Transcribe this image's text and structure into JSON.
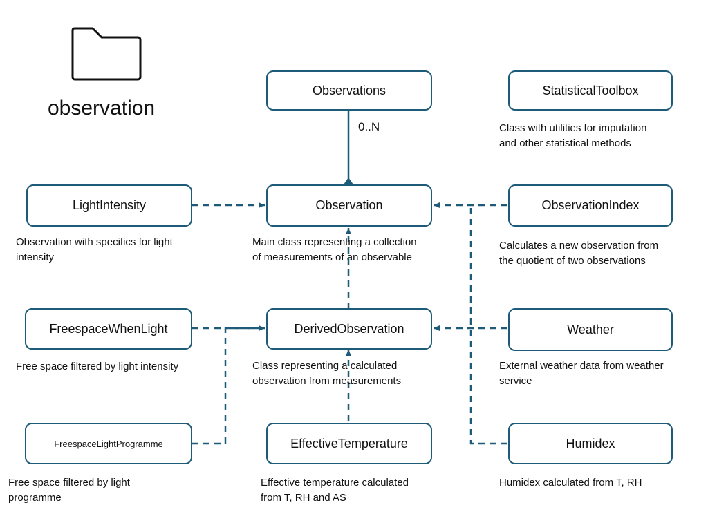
{
  "package": {
    "title": "observation",
    "icon": "folder-icon"
  },
  "colors": {
    "connector": "#1d5b79",
    "node_border": "#1d5b79"
  },
  "nodes": {
    "observations": "Observations",
    "statistical_toolbox": "StatisticalToolbox",
    "light_intensity": "LightIntensity",
    "observation": "Observation",
    "observation_index": "ObservationIndex",
    "freespace_when_light": "FreespaceWhenLight",
    "derived_observation": "DerivedObservation",
    "weather": "Weather",
    "freespace_light_programme": "FreespaceLightProgramme",
    "effective_temperature": "EffectiveTemperature",
    "humidex": "Humidex"
  },
  "multiplicity": "0..N",
  "descriptions": {
    "statistical_toolbox": [
      "Class with utilities for imputation",
      "and other statistical methods"
    ],
    "light_intensity": [
      "Observation with specifics for light",
      "intensity"
    ],
    "observation": [
      "Main class representing a collection",
      "of measurements of an observable"
    ],
    "observation_index": [
      "Calculates a new observation from",
      "the quotient of two observations"
    ],
    "freespace_when_light": [
      "Free space filtered by light intensity"
    ],
    "derived_observation": [
      "Class representing a calculated",
      "observation from measurements"
    ],
    "weather": [
      "External weather data from weather",
      "service"
    ],
    "freespace_light_programme": [
      "Free space filtered by light",
      "programme"
    ],
    "effective_temperature": [
      "Effective temperature calculated",
      "from T, RH and AS"
    ],
    "humidex": [
      "Humidex calculated from T, RH"
    ]
  }
}
